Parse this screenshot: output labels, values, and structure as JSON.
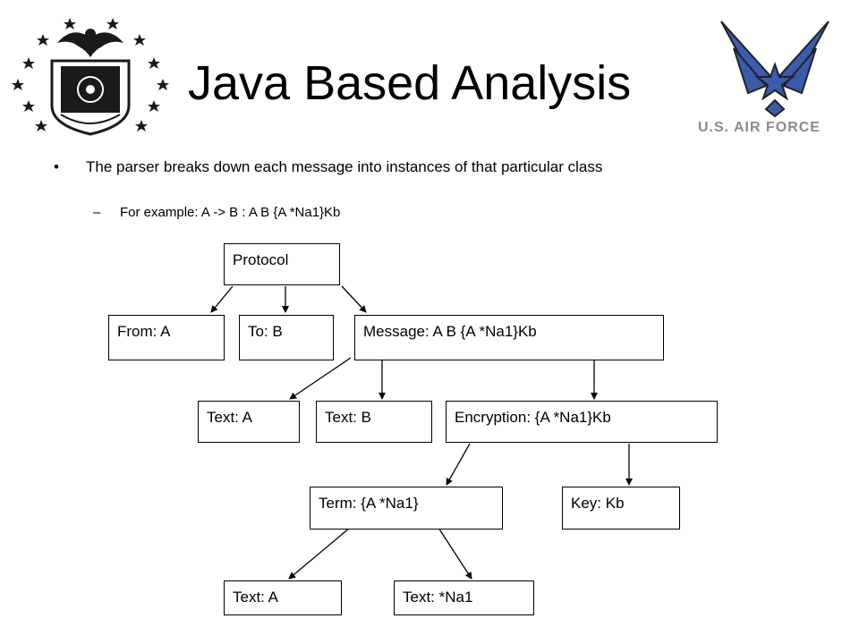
{
  "slide": {
    "title": "Java Based Analysis",
    "bullet_marker": "•",
    "bullet_text": "The parser breaks down each message into instances of that particular class",
    "sub_marker": "–",
    "sub_text": "For example: A -> B : A B {A *Na1}Kb"
  },
  "logos": {
    "right_wordmark": "U.S. AIR FORCE"
  },
  "tree": {
    "protocol": "Protocol",
    "from": "From: A",
    "to": "To: B",
    "message": "Message: A B {A *Na1}Kb",
    "text_a": "Text: A",
    "text_b": "Text: B",
    "encryption": "Encryption: {A *Na1}Kb",
    "term": "Term: {A *Na1}",
    "key": "Key: Kb",
    "text_a2": "Text: A",
    "text_na1": "Text: *Na1"
  },
  "colors": {
    "afit_logo": "#1a1a1a",
    "usaf_blue": "#3b5bab",
    "usaf_wordmark": "#8a8a8a"
  }
}
